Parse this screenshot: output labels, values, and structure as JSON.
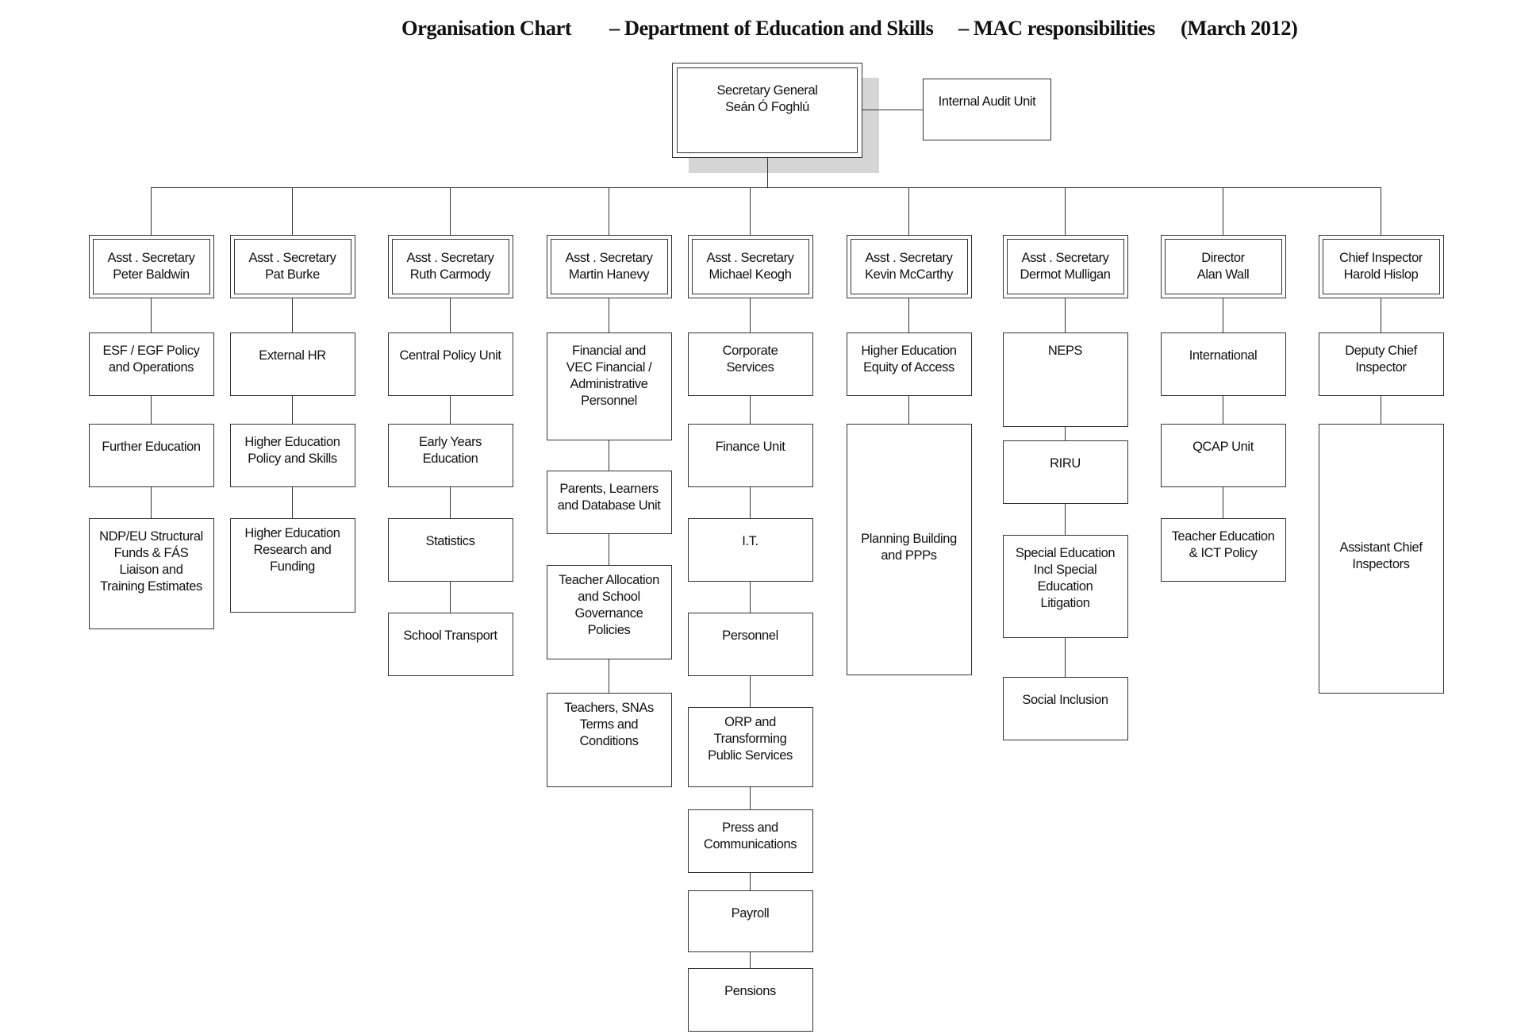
{
  "title": {
    "part1": "Organisation Chart",
    "part2": "– Department of Education and Skills",
    "part3": "– MAC responsibilities",
    "part4": "(March  2012)"
  },
  "secretary_general": {
    "lines": [
      "Secretary General",
      "Seán Ó Foghlú"
    ]
  },
  "internal_audit": {
    "lines": [
      "Internal Audit Unit"
    ]
  },
  "divisions": [
    {
      "head": [
        "Asst . Secretary",
        "Peter Baldwin"
      ],
      "units": [
        [
          "ESF / EGF Policy",
          "and Operations"
        ],
        [
          "Further Education"
        ],
        [
          "NDP/EU Structural",
          "Funds & FÁS",
          "Liaison and",
          "Training Estimates"
        ]
      ]
    },
    {
      "head": [
        "Asst . Secretary",
        "Pat Burke"
      ],
      "units": [
        [
          "External HR"
        ],
        [
          "Higher Education",
          "Policy and Skills"
        ],
        [
          "Higher Education",
          "Research and",
          "Funding"
        ]
      ]
    },
    {
      "head": [
        "Asst   . Secretary",
        "Ruth Carmody"
      ],
      "units": [
        [
          "Central Policy Unit"
        ],
        [
          "Early Years",
          "Education"
        ],
        [
          "Statistics"
        ],
        [
          "School Transport"
        ]
      ]
    },
    {
      "head": [
        "Asst . Secretary",
        "Martin Hanevy"
      ],
      "units": [
        [
          "Financial and",
          "VEC Financial  /",
          "Administrative",
          "Personnel"
        ],
        [
          "Parents, Learners",
          "and Database Unit"
        ],
        [
          "Teacher Allocation",
          "and School",
          "Governance",
          "Policies"
        ],
        [
          "Teachers, SNAs",
          "Terms and",
          "Conditions"
        ]
      ]
    },
    {
      "head": [
        "Asst . Secretary",
        "Michael Keogh"
      ],
      "units": [
        [
          "Corporate",
          "Services"
        ],
        [
          "Finance Unit"
        ],
        [
          "I.T."
        ],
        [
          "Personnel"
        ],
        [
          "ORP and",
          "Transforming",
          "Public Services"
        ],
        [
          "Press and",
          "Communications"
        ],
        [
          "Payroll"
        ],
        [
          "Pensions"
        ]
      ]
    },
    {
      "head": [
        "Asst . Secretary",
        "Kevin McCarthy"
      ],
      "units": [
        [
          "Higher Education",
          "Equity of Access"
        ],
        [
          "Planning Building",
          "and PPPs"
        ]
      ]
    },
    {
      "head": [
        "Asst  . Secretary",
        "Dermot Mulligan"
      ],
      "units": [
        [
          "NEPS"
        ],
        [
          "RIRU"
        ],
        [
          "Special Education",
          "Incl Special",
          "Education",
          "Litigation"
        ],
        [
          "Social Inclusion"
        ]
      ]
    },
    {
      "head": [
        "Director",
        "Alan Wall"
      ],
      "units": [
        [
          "International"
        ],
        [
          "QCAP Unit"
        ],
        [
          "Teacher Education",
          "&  ICT Policy"
        ]
      ]
    },
    {
      "head": [
        "Chief Inspector",
        "Harold Hislop"
      ],
      "units": [
        [
          "Deputy Chief",
          "Inspector"
        ],
        [
          "Assistant Chief",
          "Inspectors"
        ]
      ]
    }
  ]
}
